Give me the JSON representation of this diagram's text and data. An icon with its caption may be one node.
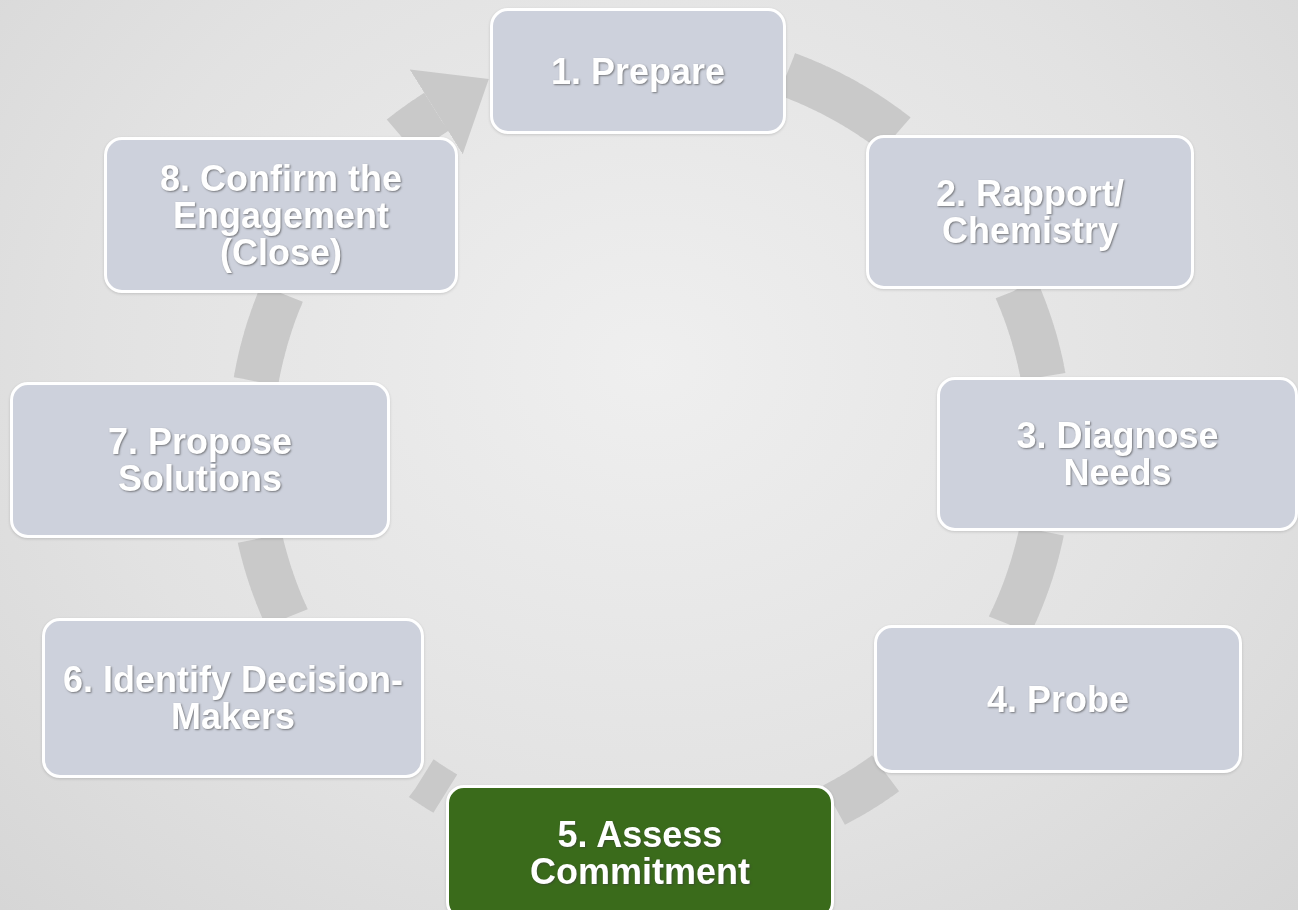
{
  "diagram": {
    "nodes": [
      {
        "text": [
          "1. Prepare"
        ]
      },
      {
        "text": [
          "2. Rapport/ Chemistry"
        ]
      },
      {
        "text": [
          "3. Diagnose Needs"
        ]
      },
      {
        "text": [
          "4. Probe"
        ]
      },
      {
        "text": [
          "5. Assess Commitment"
        ]
      },
      {
        "text": [
          "6. Identify Decision-Makers"
        ]
      },
      {
        "text": [
          "7. Propose Solutions"
        ]
      },
      {
        "text": [
          "8. Confirm the Engagement (Close)"
        ]
      }
    ],
    "edges": [
      {
        "from": 0,
        "to": 1,
        "arrow": "none"
      },
      {
        "from": 1,
        "to": 2,
        "arrow": "none"
      },
      {
        "from": 2,
        "to": 3,
        "arrow": "none"
      },
      {
        "from": 3,
        "to": 4,
        "arrow": "none"
      },
      {
        "from": 4,
        "to": 5,
        "arrow": "none"
      },
      {
        "from": 5,
        "to": 6,
        "arrow": "none"
      },
      {
        "from": 6,
        "to": 7,
        "arrow": "none"
      },
      {
        "from": 7,
        "to": 0,
        "arrow": "to"
      }
    ]
  }
}
